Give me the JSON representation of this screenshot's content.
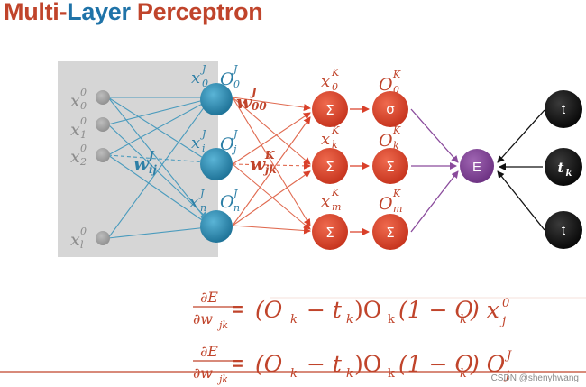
{
  "title": {
    "part1": "Multi-",
    "part2": "Layer",
    "part3": " Perceptron"
  },
  "input_labels": [
    "x",
    "x",
    "x",
    "x"
  ],
  "input_sub": [
    "0",
    "1",
    "2",
    "l"
  ],
  "input_sup": [
    "0",
    "0",
    "0",
    "0"
  ],
  "hidden": {
    "x_labels": [
      "x",
      "x",
      "x"
    ],
    "x_sub": [
      "0",
      "i",
      "n"
    ],
    "x_sup": [
      "J",
      "J",
      "J"
    ],
    "o_labels": [
      "O",
      "O",
      "O"
    ],
    "o_sub": [
      "0",
      "j",
      "n"
    ],
    "o_sup": [
      "J",
      "J",
      "J"
    ]
  },
  "weights": {
    "w_ij": {
      "base": "w",
      "sub": "ij",
      "sup": "J"
    },
    "w_00": {
      "base": "w",
      "sub": "00",
      "sup": "J"
    },
    "w_jk": {
      "base": "w",
      "sub": "jk",
      "sup": "K"
    }
  },
  "output": {
    "x_labels": [
      "x",
      "x",
      "x"
    ],
    "x_sub": [
      "0",
      "k",
      "m"
    ],
    "x_sup": [
      "K",
      "K",
      "K"
    ],
    "o_labels": [
      "O",
      "O",
      "O"
    ],
    "o_sub": [
      "0",
      "k",
      "m"
    ],
    "o_sup": [
      "K",
      "K",
      "K"
    ],
    "sum_symbols": [
      "Σ",
      "Σ",
      "Σ"
    ],
    "act_symbols": [
      "σ",
      "Σ",
      "Σ"
    ]
  },
  "error_node": "E",
  "targets": [
    "t",
    "t",
    "t"
  ],
  "target_sub": [
    "",
    "k",
    ""
  ],
  "formula1": {
    "num": "∂E",
    "den": "∂w",
    "den_sub": "jk",
    "rhs": "= (O  − t )O  (1 − O ) x",
    "rhs_parts": [
      "=",
      "(O",
      "k",
      "− t",
      "k",
      ")O",
      "k",
      "(1 − O",
      "k",
      ") x",
      "j",
      "0"
    ]
  },
  "formula2": {
    "num": "∂E",
    "den": "∂w",
    "den_sub": "jk",
    "rhs_parts": [
      "=",
      "(O",
      "k",
      "− t",
      "k",
      ")O",
      "k",
      "(1 − O",
      "k",
      ") O",
      "j",
      "J"
    ]
  },
  "watermark": "CSDN @shenyhwang",
  "colors": {
    "title_red": "#c0442b",
    "title_blue": "#1f73a8",
    "hidden_node": "#2d8bb3",
    "output_node": "#d9402a",
    "error_node": "#7b3c8f",
    "target_node": "#111111",
    "input_node": "#9e9e9e",
    "panel": "#d6d6d6",
    "formula": "#c0442b",
    "label_grey": "#8c8c8c"
  }
}
